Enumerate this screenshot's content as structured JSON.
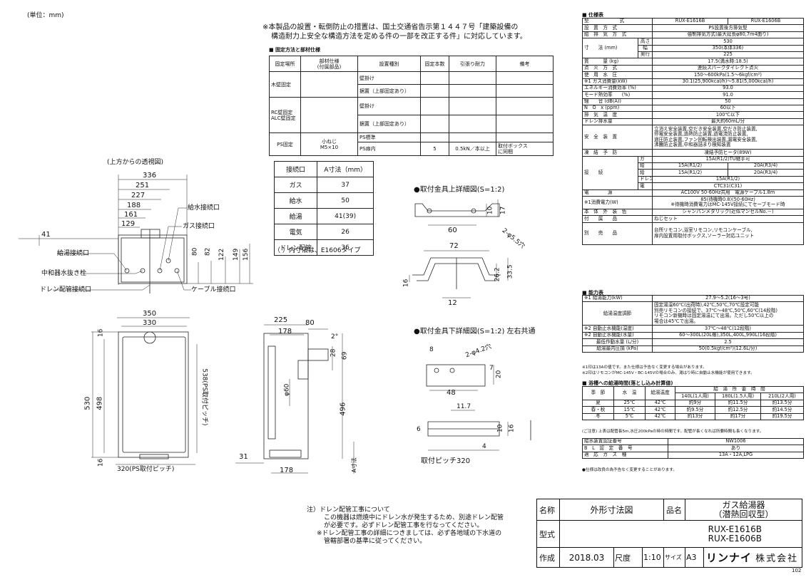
{
  "unit_note": "(単位：mm)",
  "notice": {
    "line1": "※本製品の設置・転倒防止の措置は、国土交通省告示第１４４７号「建築設備の",
    "line2": "構造耐力上安全な構造方法を定める件の一部を改正する件」に対応しています。"
  },
  "fixing": {
    "title": "■ 固定方法と部材仕様",
    "headers": [
      "固定場所",
      "部材仕様\n(付属部品)",
      "設置種別",
      "固定本数",
      "引張り耐力",
      "備考"
    ],
    "wood": "木壁固定",
    "rc": "RC壁固定\nALC壁固定",
    "ps": "PS固定",
    "kabekake": "壁掛け",
    "okioki": "据置（上部固定あり）",
    "kabekake2": "壁掛け",
    "okioki2": "据置（上部固定あり）",
    "ps_std": "PS標準",
    "ps_in": "PS扉内",
    "screw": "小ねじ\nM5×10",
    "count": "5",
    "tensile": "0.5kN／本以上",
    "remark": "取付ボックス\nに同梱"
  },
  "connections": {
    "headers": [
      "接続口",
      "A寸法（mm）"
    ],
    "rows": [
      [
        "ガス",
        "37"
      ],
      [
        "給水",
        "50"
      ],
      [
        "給湯",
        "41(39)"
      ],
      [
        "電気",
        "26"
      ],
      [
        "ドレン配管",
        "36"
      ]
    ],
    "note": "（ ）内寸法は、E1606タイプ"
  },
  "views": {
    "top_title": "(上方からの透視図)",
    "upper_detail": "●取付金具上詳細図(S=1:2)",
    "lower_detail": "●取付金具下詳細図(S=1:2) 左右共通",
    "pitch": "取付ピッチ320",
    "labels": {
      "water": "給水接続口",
      "gas": "ガス接続口",
      "hot": "給湯接続口",
      "neutral": "中和器水抜き栓",
      "drain": "ドレン配管接続口",
      "cable": "ケーブル接続口",
      "ps_pitch": "538(PS取付ピッチ)",
      "ps_pitch2": "320(PS取付ピッチ)",
      "a_dim": "A寸法"
    },
    "dims_top": [
      "336",
      "251",
      "227",
      "188",
      "161",
      "129",
      "41",
      "80",
      "82",
      "122",
      "149",
      "156"
    ],
    "dims_front": [
      "350",
      "330",
      "16",
      "530",
      "498",
      "16"
    ],
    "dims_side": [
      "225",
      "178",
      "80",
      "2°",
      "28",
      "69",
      "φ60",
      "496",
      "31",
      "178"
    ],
    "dims_upper": [
      "60",
      "10",
      "17",
      "2-φ5.5穴",
      "72",
      "33.5",
      "26.2",
      "16",
      "12"
    ],
    "dims_lower": [
      "8",
      "2-φ4.2穴",
      "48",
      "7",
      "20",
      "11.7",
      "6",
      "10",
      "16",
      "4"
    ]
  },
  "notes": {
    "l1": "注）ドレン配管工事について",
    "l2": "この機器は燃焼中にドレン水が発生するため、別途ドレン配管",
    "l3": "が必要です。必ずドレン配管工事を行なってください。",
    "l4": "※ドレン配管工事の詳細につきましては、必ず各地域の下水道の",
    "l5": "管轄部署の基準に従ってください。"
  },
  "spec": {
    "title": "■ 仕様表",
    "model_label": "型　　　　　　式",
    "model1": "RUX-E1616B",
    "model2": "RUX-E1606B",
    "rows": [
      [
        "設　置　方　式",
        "PS設置後方排気型"
      ],
      [
        "給　排　気　方　式",
        "強制排気方式(最大延長φ80,7m4曲り)"
      ],
      [
        "高さ",
        "530"
      ],
      [
        "幅",
        "350(本体336)"
      ],
      [
        "奥行",
        "225"
      ],
      [
        "質　　　量 (kg)",
        "17.5(満水時:18.5)"
      ],
      [
        "点　火　方　式",
        "連続スパークダイレクト点火"
      ],
      [
        "使　用　水　圧",
        "150～600kPa(1.5～6kgf/cm²)"
      ],
      [
        "※1 ガス消費量(kW)",
        "30.1(25,900kcal/h)～5.81(5,000kcal/h)"
      ],
      [
        "エネルギー消費効率 (%)",
        "93.0"
      ],
      [
        "モード熱効率　　(%)",
        "91.0"
      ],
      [
        "騒　　音 (dB(A))",
        "50"
      ],
      [
        "N　O　x (ppm)",
        "60以下"
      ],
      [
        "排　気　温　度",
        "100℃以下"
      ],
      [
        "ドレン排水量",
        "最大約60mL/分"
      ]
    ],
    "size_label": "寸　　法 (mm)",
    "safety_label": "安　全　装　置",
    "safety": [
      "立消え安全装置,空だき安全装置,空だき防止装置,",
      "停電安全装置,過熱防止装置,過電流防止装置,",
      "過圧防止装置,ファン回転検出装置,漏電安全装置,",
      "沸騰防止装置,中和器詰まり検知装置"
    ],
    "freeze_label": "凍　結　予　防",
    "freeze": "凍結予防ヒータ(89W)",
    "conn_label": "接　　続",
    "conn_rows": [
      [
        "ガ　　　ス",
        "15A(R1/2)TU継手可",
        ""
      ],
      [
        "給　　　水",
        "15A(R1/2)",
        "20A(R3/4)"
      ],
      [
        "給　　　湯",
        "15A(R1/2)",
        "20A(R3/4)"
      ],
      [
        "ドレン配管",
        "15A(R1/2)",
        ""
      ],
      [
        "電　　　気",
        "CTC31(C31)",
        ""
      ]
    ],
    "power_label": "電　　　　源",
    "power": "AC100V 50-60Hz共用　電源ケーブル1.8m",
    "consume_label": "※1消費電力(W)",
    "consume1": "85(待機時0.8)(50-60Hz)",
    "consume2": "※待機時消費電力はMC-145V接続にてセーブモード時",
    "color_label": "本　体　外　装　色",
    "color": "シャンパンメタリック(近似マンセルNo.－)",
    "acc_label": "付　　属　　品",
    "acc": "ねじセット",
    "opt_label": "別　　売　　品",
    "opt1": "台所リモコン,浴室リモコン,リモコンケーブル,",
    "opt2": "扉内設置用取付ボックス,ソーラー対応ユニット"
  },
  "ability": {
    "title": "■ 能力表",
    "r1_label": "※1 給湯能力(kW)",
    "r1": "27.9～5.2(16～3号)",
    "r2_label": "給湯温度調節",
    "r2": [
      "固定湯温60℃(出荷時),42℃,50℃,70℃設定可能",
      "別売リモコンの接続で、37℃～48℃,50℃,60℃(14段階)",
      "リモコン新機時は固定湯温にて出湯。ただし50℃以上の",
      "場合は45℃で出湯。"
    ],
    "r3_label": "※2 自動止水機能(温度)",
    "r3": "37℃～48℃(12段階)",
    "r4_label": "※2 自動止水機能(水量)",
    "r4": "60～300L(20L毎),350L,400L,990L(16段階)",
    "r5_label": "最低作動水量 (L/分)",
    "r5": "2.5",
    "r6_label": "給湯最内圧損 (kPa)",
    "r6": "50(0.5kgf/cm²)(12.6L/分)",
    "fn1": "※1印は13Aの値です。また仕様は予告なく変更する場合があります。",
    "fn2": "※2印はリモコンがMC-145V・BC-145Vの場合のみ、湯はり時に自動止水機能が使用できます。"
  },
  "bath": {
    "title": "■ 浴槽への給湯時間(落とし込み計算値)",
    "h1": [
      "季　節",
      "水　温",
      "給湯温度",
      "給　湯　所　要　時　間"
    ],
    "h2": [
      "140L(1人用)",
      "180L(1.5人用)",
      "210L(2人用)"
    ],
    "rows": [
      [
        "夏",
        "25℃",
        "42℃",
        "約9分",
        "約11.5分",
        "約13.5分"
      ],
      [
        "春・秋",
        "15℃",
        "42℃",
        "約9.5分",
        "約12.5分",
        "約14.5分"
      ],
      [
        "冬",
        "5℃",
        "42℃",
        "約13分",
        "約17分",
        "約19.5分"
      ]
    ],
    "note": "(ご注意) 上表は配管長5m,水圧200kPaの時の時間です。配管が長くなれば所要時間も長くなります。"
  },
  "cert": {
    "rows": [
      [
        "給水装置認証番号",
        "NW1006"
      ],
      [
        "B　L　認　定　番　号",
        "あり"
      ],
      [
        "適　応　ガ　ス　種",
        "13A・12A,LPG"
      ]
    ],
    "note": "●仕様は改良の為予告なく変更することがあります。"
  },
  "titleblock": {
    "name_label": "名称",
    "name": "外形寸法図",
    "product_label": "品名",
    "product1": "ガス給湯器",
    "product2": "（潜熱回収型）",
    "model_label": "型式",
    "model1": "RUX-E1616B",
    "model2": "RUX-E1606B",
    "made_label": "作成",
    "date": "2018.03",
    "scale_label": "尺度",
    "scale": "1:10",
    "size_label": "サイズ",
    "size": "A3",
    "brand": "リンナイ",
    "company": "株式会社",
    "code": "102"
  }
}
